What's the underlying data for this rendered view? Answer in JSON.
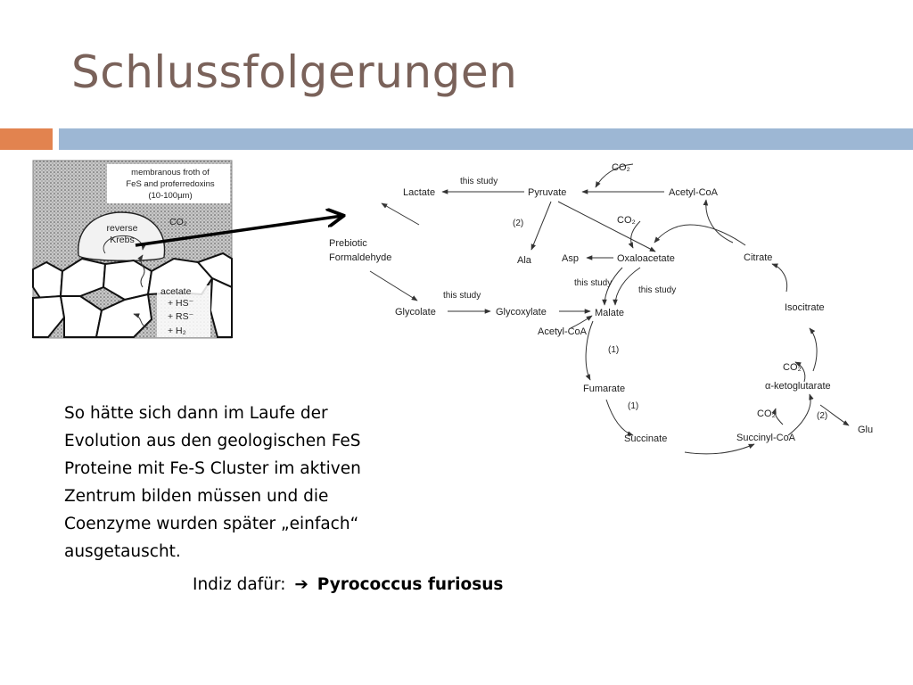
{
  "slide": {
    "title": "Schlussfolgerungen",
    "body_text": "So hätte sich dann im Laufe der Evolution aus den geologischen FeS Proteine mit Fe-S Cluster im aktiven Zentrum bilden müssen und die Coenzyme wurden später „einfach“ ausgetauscht.",
    "indiz_label": "Indiz dafür:",
    "indiz_arrow": "➔",
    "indiz_organism": "Pyrococcus furiosus",
    "colors": {
      "title": "#7a625a",
      "bar_orange": "#e2834f",
      "bar_blue": "#9db7d4"
    }
  },
  "inset": {
    "froth_label_1": "membranous froth of",
    "froth_label_2": "FeS and proferredoxins",
    "froth_label_3": "(10-100µm)",
    "co2": "CO₂",
    "reverse": "reverse",
    "krebs": "Krebs",
    "acetate": "acetate",
    "hs": "+ HS⁻",
    "rs": "+ RS⁻",
    "h2": "+ H₂"
  },
  "pathway": {
    "nodes": {
      "lactate": "Lactate",
      "pyruvate": "Pyruvate",
      "acetyl_coa_top": "Acetyl-CoA",
      "prebiotic": "Prebiotic",
      "formaldehyde": "Formaldehyde",
      "ala": "Ala",
      "asp": "Asp",
      "oxaloacetate": "Oxaloacetate",
      "citrate": "Citrate",
      "glycolate": "Glycolate",
      "glycoxylate": "Glycoxylate",
      "malate": "Malate",
      "acetyl_coa_mid": "Acetyl-CoA",
      "isocitrate": "Isocitrate",
      "fumarate": "Fumarate",
      "ketoglutarate": "α-ketoglutarate",
      "succinate": "Succinate",
      "succinyl_coa": "Succinyl-CoA",
      "glu": "Glu"
    },
    "labels": {
      "this_study_1": "this study",
      "this_study_2": "this study",
      "this_study_3": "this study",
      "this_study_4": "this study",
      "co2_1": "CO₂",
      "co2_2": "CO₂",
      "co2_3": "CO₂",
      "co2_4": "CO₂",
      "step2_a": "(2)",
      "step2_b": "(2)",
      "step1_a": "(1)",
      "step1_b": "(1)"
    }
  }
}
